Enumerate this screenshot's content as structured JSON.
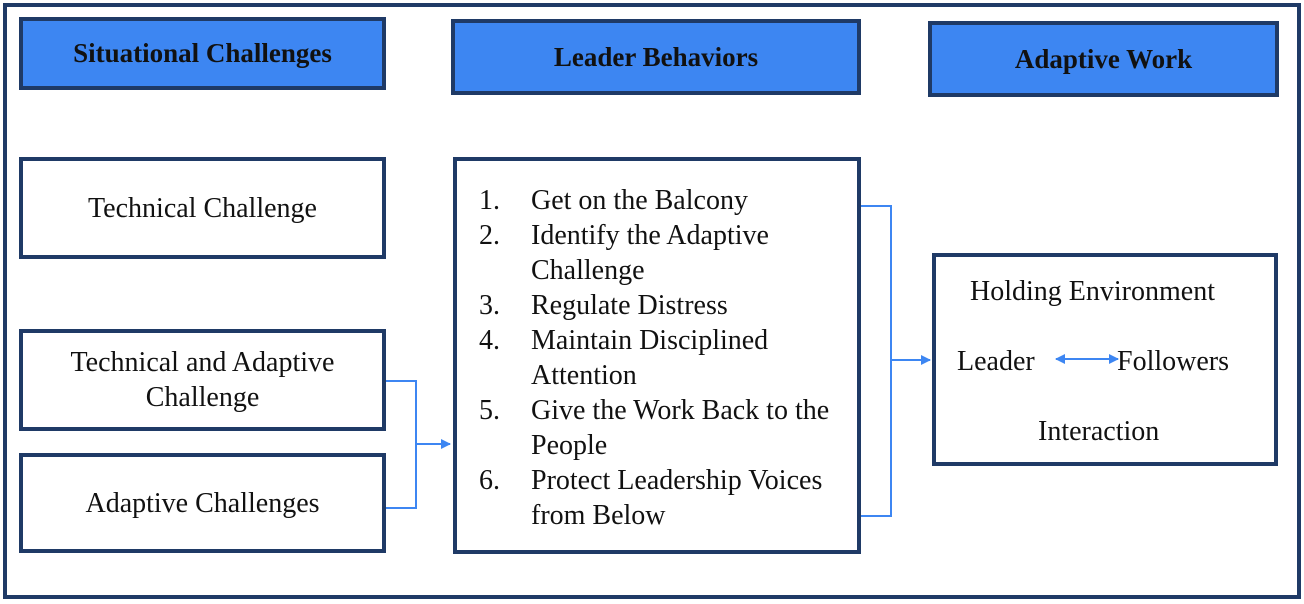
{
  "headers": {
    "situational": "Situational Challenges",
    "leader": "Leader Behaviors",
    "adaptive": "Adaptive Work"
  },
  "challenges": {
    "technical": "Technical Challenge",
    "technical_adaptive_line1": "Technical and Adaptive",
    "technical_adaptive_line2": "Challenge",
    "adaptive": "Adaptive Challenges"
  },
  "behaviors": [
    {
      "num": "1.",
      "text": "Get on the Balcony"
    },
    {
      "num": "2.",
      "text": "Identify the Adaptive Challenge"
    },
    {
      "num": "3.",
      "text": "Regulate Distress"
    },
    {
      "num": "4.",
      "text": "Maintain Disciplined Attention"
    },
    {
      "num": "5.",
      "text": "Give the Work Back to the People"
    },
    {
      "num": "6.",
      "text": "Protect Leadership Voices from Below"
    }
  ],
  "adaptive_work": {
    "holding_environment": "Holding Environment",
    "leader": "Leader",
    "followers": "Followers",
    "interaction": "Interaction"
  },
  "colors": {
    "header_fill": "#3d86f2",
    "border": "#1f3a66",
    "connector": "#3d86f2"
  }
}
